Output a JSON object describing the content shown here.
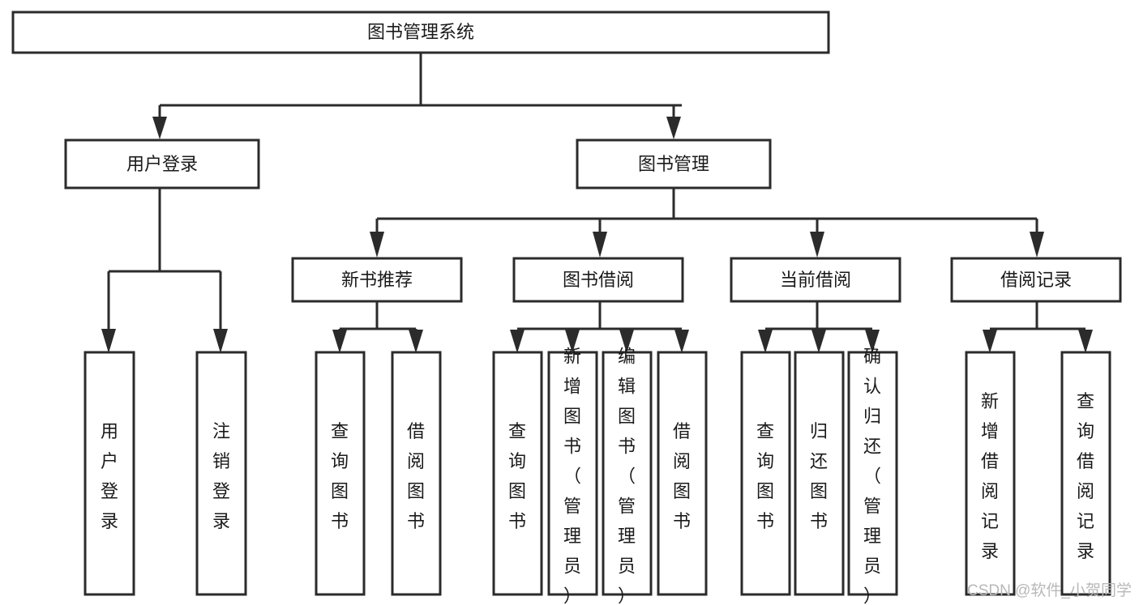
{
  "diagram": {
    "type": "tree-hierarchy",
    "title": "图书管理系统",
    "root": {
      "id": "root",
      "label": "图书管理系统",
      "orientation": "horizontal"
    },
    "level1": [
      {
        "id": "user-login",
        "label": "用户登录",
        "orientation": "horizontal"
      },
      {
        "id": "book-management",
        "label": "图书管理",
        "orientation": "horizontal"
      }
    ],
    "level2": [
      {
        "id": "new-book-recommend",
        "label": "新书推荐",
        "parent": "book-management",
        "orientation": "horizontal"
      },
      {
        "id": "book-borrow",
        "label": "图书借阅",
        "parent": "book-management",
        "orientation": "horizontal"
      },
      {
        "id": "current-borrow",
        "label": "当前借阅",
        "parent": "book-management",
        "orientation": "horizontal"
      },
      {
        "id": "borrow-record",
        "label": "借阅记录",
        "parent": "book-management",
        "orientation": "horizontal"
      }
    ],
    "leaves": [
      {
        "id": "leaf-user-login",
        "label": "用户登录",
        "parent": "user-login",
        "orientation": "vertical"
      },
      {
        "id": "leaf-user-logout",
        "label": "注销登录",
        "parent": "user-login",
        "orientation": "vertical"
      },
      {
        "id": "leaf-query-book-1",
        "label": "查询图书",
        "parent": "new-book-recommend",
        "orientation": "vertical"
      },
      {
        "id": "leaf-borrow-book-1",
        "label": "借阅图书",
        "parent": "new-book-recommend",
        "orientation": "vertical"
      },
      {
        "id": "leaf-query-book-2",
        "label": "查询图书",
        "parent": "book-borrow",
        "orientation": "vertical"
      },
      {
        "id": "leaf-add-book",
        "label": "新增图书（管理员）",
        "parent": "book-borrow",
        "orientation": "vertical"
      },
      {
        "id": "leaf-edit-book",
        "label": "编辑图书（管理员）",
        "parent": "book-borrow",
        "orientation": "vertical"
      },
      {
        "id": "leaf-borrow-book-2",
        "label": "借阅图书",
        "parent": "book-borrow",
        "orientation": "vertical"
      },
      {
        "id": "leaf-query-book-3",
        "label": "查询图书",
        "parent": "current-borrow",
        "orientation": "vertical"
      },
      {
        "id": "leaf-return-book",
        "label": "归还图书",
        "parent": "current-borrow",
        "orientation": "vertical"
      },
      {
        "id": "leaf-confirm-return",
        "label": "确认归还（管理员）",
        "parent": "current-borrow",
        "orientation": "vertical"
      },
      {
        "id": "leaf-add-record",
        "label": "新增借阅记录",
        "parent": "borrow-record",
        "orientation": "vertical"
      },
      {
        "id": "leaf-query-record",
        "label": "查询借阅记录",
        "parent": "borrow-record",
        "orientation": "vertical"
      }
    ]
  },
  "watermark": {
    "text": "CSDN @软件_小贺同学"
  },
  "colors": {
    "background": "#ffffff",
    "box_stroke": "#2b2b2b",
    "box_fill": "#ffffff",
    "text": "#1a1a1a",
    "watermark": "#b8b8b8"
  }
}
